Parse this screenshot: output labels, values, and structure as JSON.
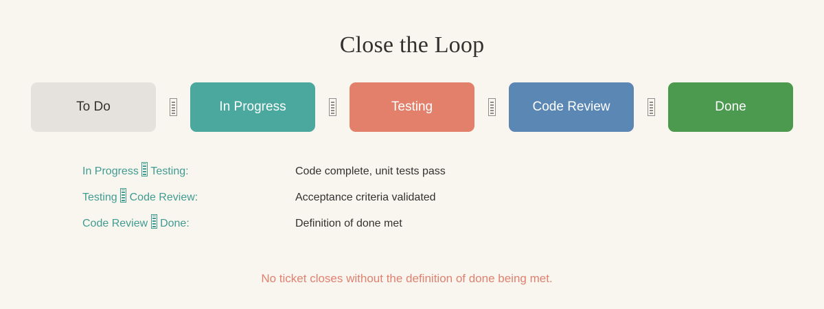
{
  "title": "Close the Loop",
  "theme": {
    "page_background": "#f9f6f0",
    "title_color": "#33312e",
    "accent_teal": "#3f9b90",
    "accent_salmon": "#e0806f",
    "body_text": "#33312e",
    "arrow_color": "#8c8c8c"
  },
  "flow": {
    "arrow_icon": "missing-glyph-arrow",
    "stages": [
      {
        "label": "To Do",
        "bg": "#e5e2dd",
        "fg": "#33312e"
      },
      {
        "label": "In Progress",
        "bg": "#4aa89e",
        "fg": "#ffffff"
      },
      {
        "label": "Testing",
        "bg": "#e2806b",
        "fg": "#ffffff"
      },
      {
        "label": "Code Review",
        "bg": "#5b87b5",
        "fg": "#ffffff"
      },
      {
        "label": "Done",
        "bg": "#4c9a4f",
        "fg": "#ffffff"
      }
    ]
  },
  "criteria": [
    {
      "from": "In Progress",
      "to": "Testing:",
      "description": "Code complete, unit tests pass"
    },
    {
      "from": "Testing",
      "to": "Code Review:",
      "description": "Acceptance criteria validated"
    },
    {
      "from": "Code Review",
      "to": "Done:",
      "description": "Definition of done met"
    }
  ],
  "footer": {
    "note": "No ticket closes without the definition of done being met."
  }
}
